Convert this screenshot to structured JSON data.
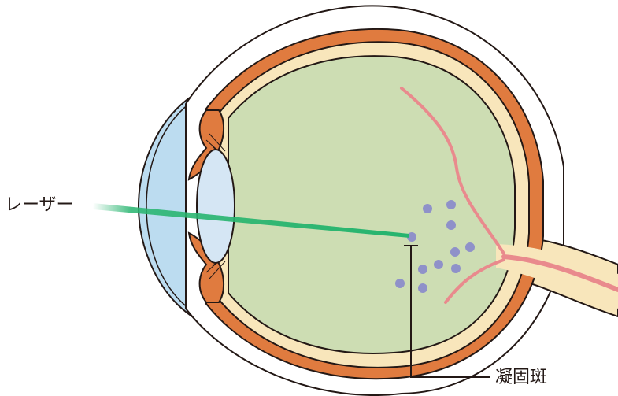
{
  "labels": {
    "laser": "レーザー",
    "coagulation_spot": "凝固斑"
  },
  "colors": {
    "outline": "#231815",
    "sclera": "#ffffff",
    "choroid": "#e07b3f",
    "retina": "#f8e6bb",
    "vitreous": "#cdddb3",
    "cornea_aqueous": "#bcdcf0",
    "lens": "#d5e6f4",
    "vessel": "#e98a8d",
    "laser_beam": "#26b46e",
    "coag_spot": "#8f91c9"
  },
  "icons": {
    "leader_line": "bracket-leader-line"
  }
}
